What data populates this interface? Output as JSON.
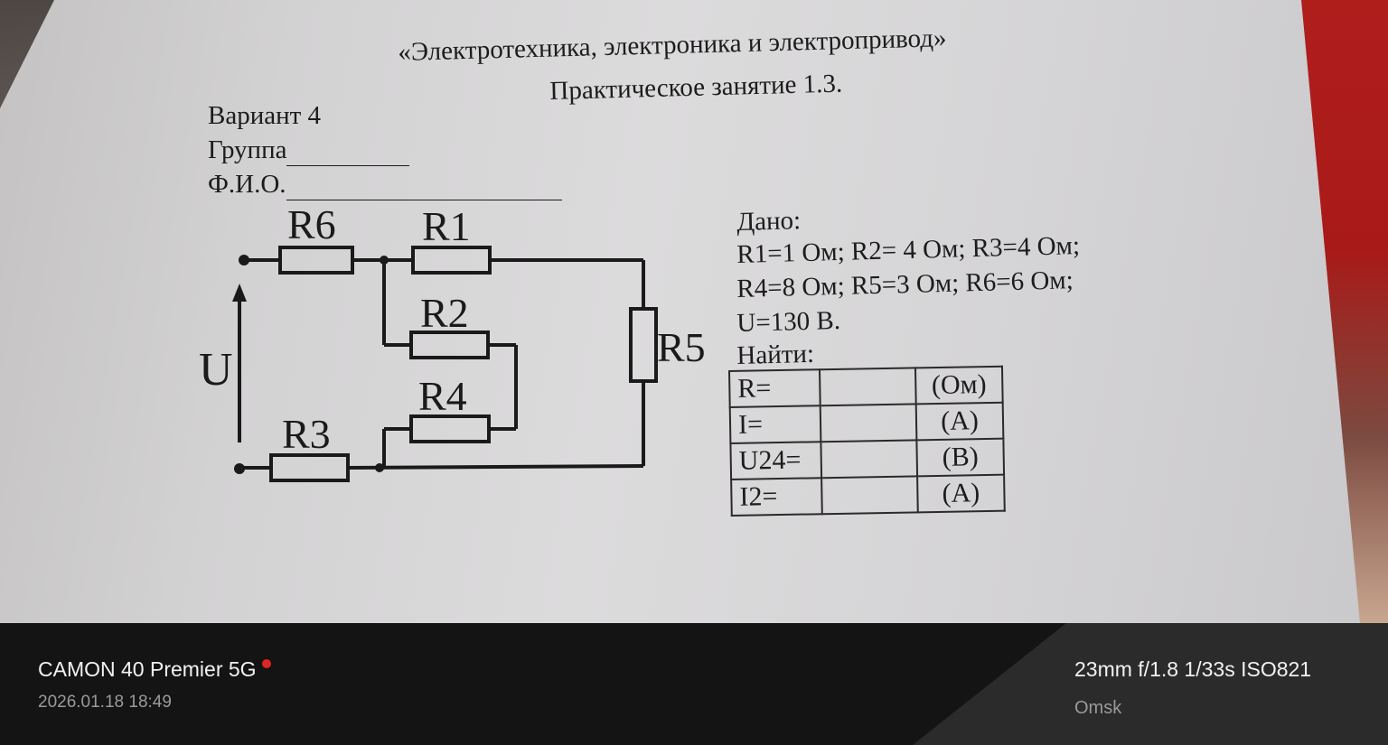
{
  "document": {
    "title": "«Электротехника, электроника и электропривод»",
    "subtitle": "Практическое занятие 1.3.",
    "variant": "Вариант 4",
    "group_label": "Группа",
    "name_label": "Ф.И.О."
  },
  "circuit": {
    "resistor_labels": [
      "R6",
      "R1",
      "R2",
      "R4",
      "R3",
      "R5"
    ],
    "voltage_label": "U"
  },
  "given": {
    "heading": "Дано:",
    "line1": "R1=1 Ом; R2= 4 Ом; R3=4 Ом;",
    "line2": "R4=8 Ом; R5=3 Ом; R6=6 Ом;",
    "line3": "U=130 В.",
    "find_heading": "Найти:"
  },
  "find_table": [
    {
      "quantity": "R=",
      "value": "",
      "unit": "(Ом)"
    },
    {
      "quantity": "I=",
      "value": "",
      "unit": "(А)"
    },
    {
      "quantity": "U24=",
      "value": "",
      "unit": "(В)"
    },
    {
      "quantity": "I2=",
      "value": "",
      "unit": "(А)"
    }
  ],
  "camera": {
    "model": "CAMON 40 Premier 5G",
    "datetime": "2026.01.18 18:49",
    "exif": "23mm f/1.8 1/33s ISO821",
    "location": "Omsk"
  }
}
